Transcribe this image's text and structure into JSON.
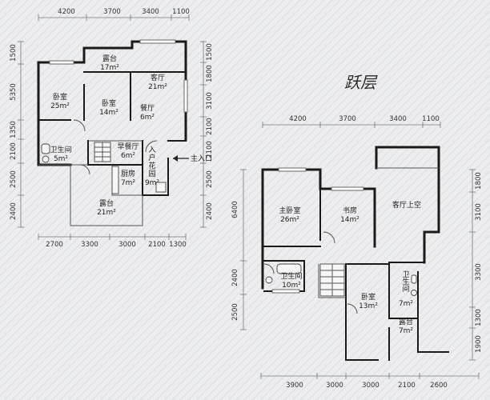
{
  "lower": {
    "dims_top": [
      "4200",
      "3700",
      "3400",
      "1100"
    ],
    "dims_bottom": [
      "2700",
      "3300",
      "3000",
      "2100",
      "1300"
    ],
    "dims_left": [
      "1500",
      "5350",
      "1350",
      "2100",
      "2500",
      "2400"
    ],
    "dims_right": [
      "1500",
      "1800",
      "3100",
      "2100",
      "2100",
      "2500",
      "2400"
    ],
    "rooms": {
      "terrace_top": [
        "露台",
        "17m²"
      ],
      "living": [
        "客厅",
        "21m²"
      ],
      "bedroom_l": [
        "卧室",
        "25m²"
      ],
      "bedroom_m": [
        "卧室",
        "14m²"
      ],
      "dining": [
        "餐厅",
        "6m²"
      ],
      "bath": [
        "卫生间",
        "5m²"
      ],
      "breakfast": [
        "早餐厅",
        "6m²"
      ],
      "kitchen": [
        "厨房",
        "7m²"
      ],
      "entry_garden": [
        "入",
        "户",
        "花",
        "园",
        "9m²"
      ],
      "terrace_bottom": [
        "露台",
        "21m²"
      ]
    },
    "entrance": "主入口"
  },
  "upper": {
    "title": "跃层",
    "dims_top": [
      "4200",
      "3700",
      "3400",
      "1100"
    ],
    "dims_bottom": [
      "3900",
      "3000",
      "3000",
      "2100",
      "2600"
    ],
    "dims_left": [
      "6400",
      "2400",
      "2500"
    ],
    "dims_right": [
      "1800",
      "3100",
      "3300",
      "1300",
      "1900"
    ],
    "rooms": {
      "master": [
        "主卧室",
        "26m²"
      ],
      "study": [
        "书房",
        "14m²"
      ],
      "void": [
        "客厅上空"
      ],
      "bath_l": [
        "卫生间",
        "10m²"
      ],
      "bedroom": [
        "卧室",
        "13m²"
      ],
      "bath_r": [
        "卫",
        "生",
        "间",
        "7m²"
      ],
      "terrace": [
        "露台",
        "7m²"
      ]
    }
  }
}
